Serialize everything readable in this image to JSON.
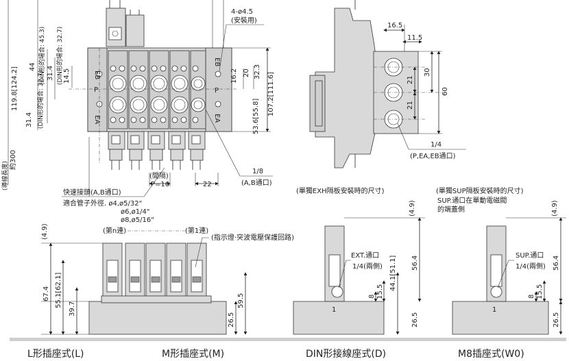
{
  "top_left": {
    "dims_left": [
      "119.8[124.2]",
      "44",
      "31.4",
      "14.5",
      "31.4",
      "(導線長度)",
      "約300"
    ],
    "din_notes": [
      "(DIN形的場合: 45.3)",
      "(DIN形的場合: 32.7)",
      "(DIN形的場合: 32.7)"
    ],
    "port_labels": [
      "EB",
      "P",
      "EA",
      "EB",
      "P",
      "EA"
    ],
    "dims_right": [
      "16.2",
      "20",
      "32.3",
      "107.2[111.6]",
      "53.6[55.8]"
    ],
    "hole_note": [
      "4-ø4.5",
      "(安裝用)"
    ],
    "pitch": [
      "(間隔)",
      "P=16",
      "22"
    ],
    "ab_port": [
      "1/8",
      "(A,B通口)"
    ],
    "fitting": [
      "快速接頭(A,B通口)",
      "適合管子外徑. ø4,ø5/32\"",
      "ø6,ø1/4\"",
      "ø8,ø5/16\""
    ]
  },
  "top_right": {
    "dims": [
      "16.5",
      "11.5",
      "30",
      "21",
      "21",
      "60"
    ],
    "port_note": [
      "1/4",
      "(P,EA,EB通口)"
    ]
  },
  "front_L": {
    "stations": [
      "(第n連)",
      "(第1連)"
    ],
    "lamp_note": "(指示燈·突波電壓保護回路)",
    "dims": [
      "(4.9)",
      "67.4",
      "55.1[62.1]",
      "39.7",
      "59.5",
      "26.5"
    ]
  },
  "front_D": {
    "title": "(單獨EXH隔板安裝時的尺寸)",
    "port_note": [
      "EXT.通口",
      "1/4(兩側)"
    ],
    "dims": [
      "(4.9)",
      "56.4",
      "44.1[51.1]",
      "15.5",
      "8",
      "1",
      "26.5"
    ]
  },
  "front_W0": {
    "title": "(單獨SUP隔板安裝時的尺寸)",
    "note": [
      "SUP.通口在單動電磁閥",
      "的端蓋側"
    ],
    "port_note": [
      "SUP.通口",
      "1/4(兩側)"
    ],
    "dims": [
      "(4.9)",
      "56.4",
      "15.5",
      "8",
      "1",
      "26.5"
    ]
  },
  "captions": {
    "L": "L形插座式(L)",
    "M": "M形插座式(M)",
    "D": "DIN形接線座式(D)",
    "W0": "M8插座式(W0)"
  }
}
